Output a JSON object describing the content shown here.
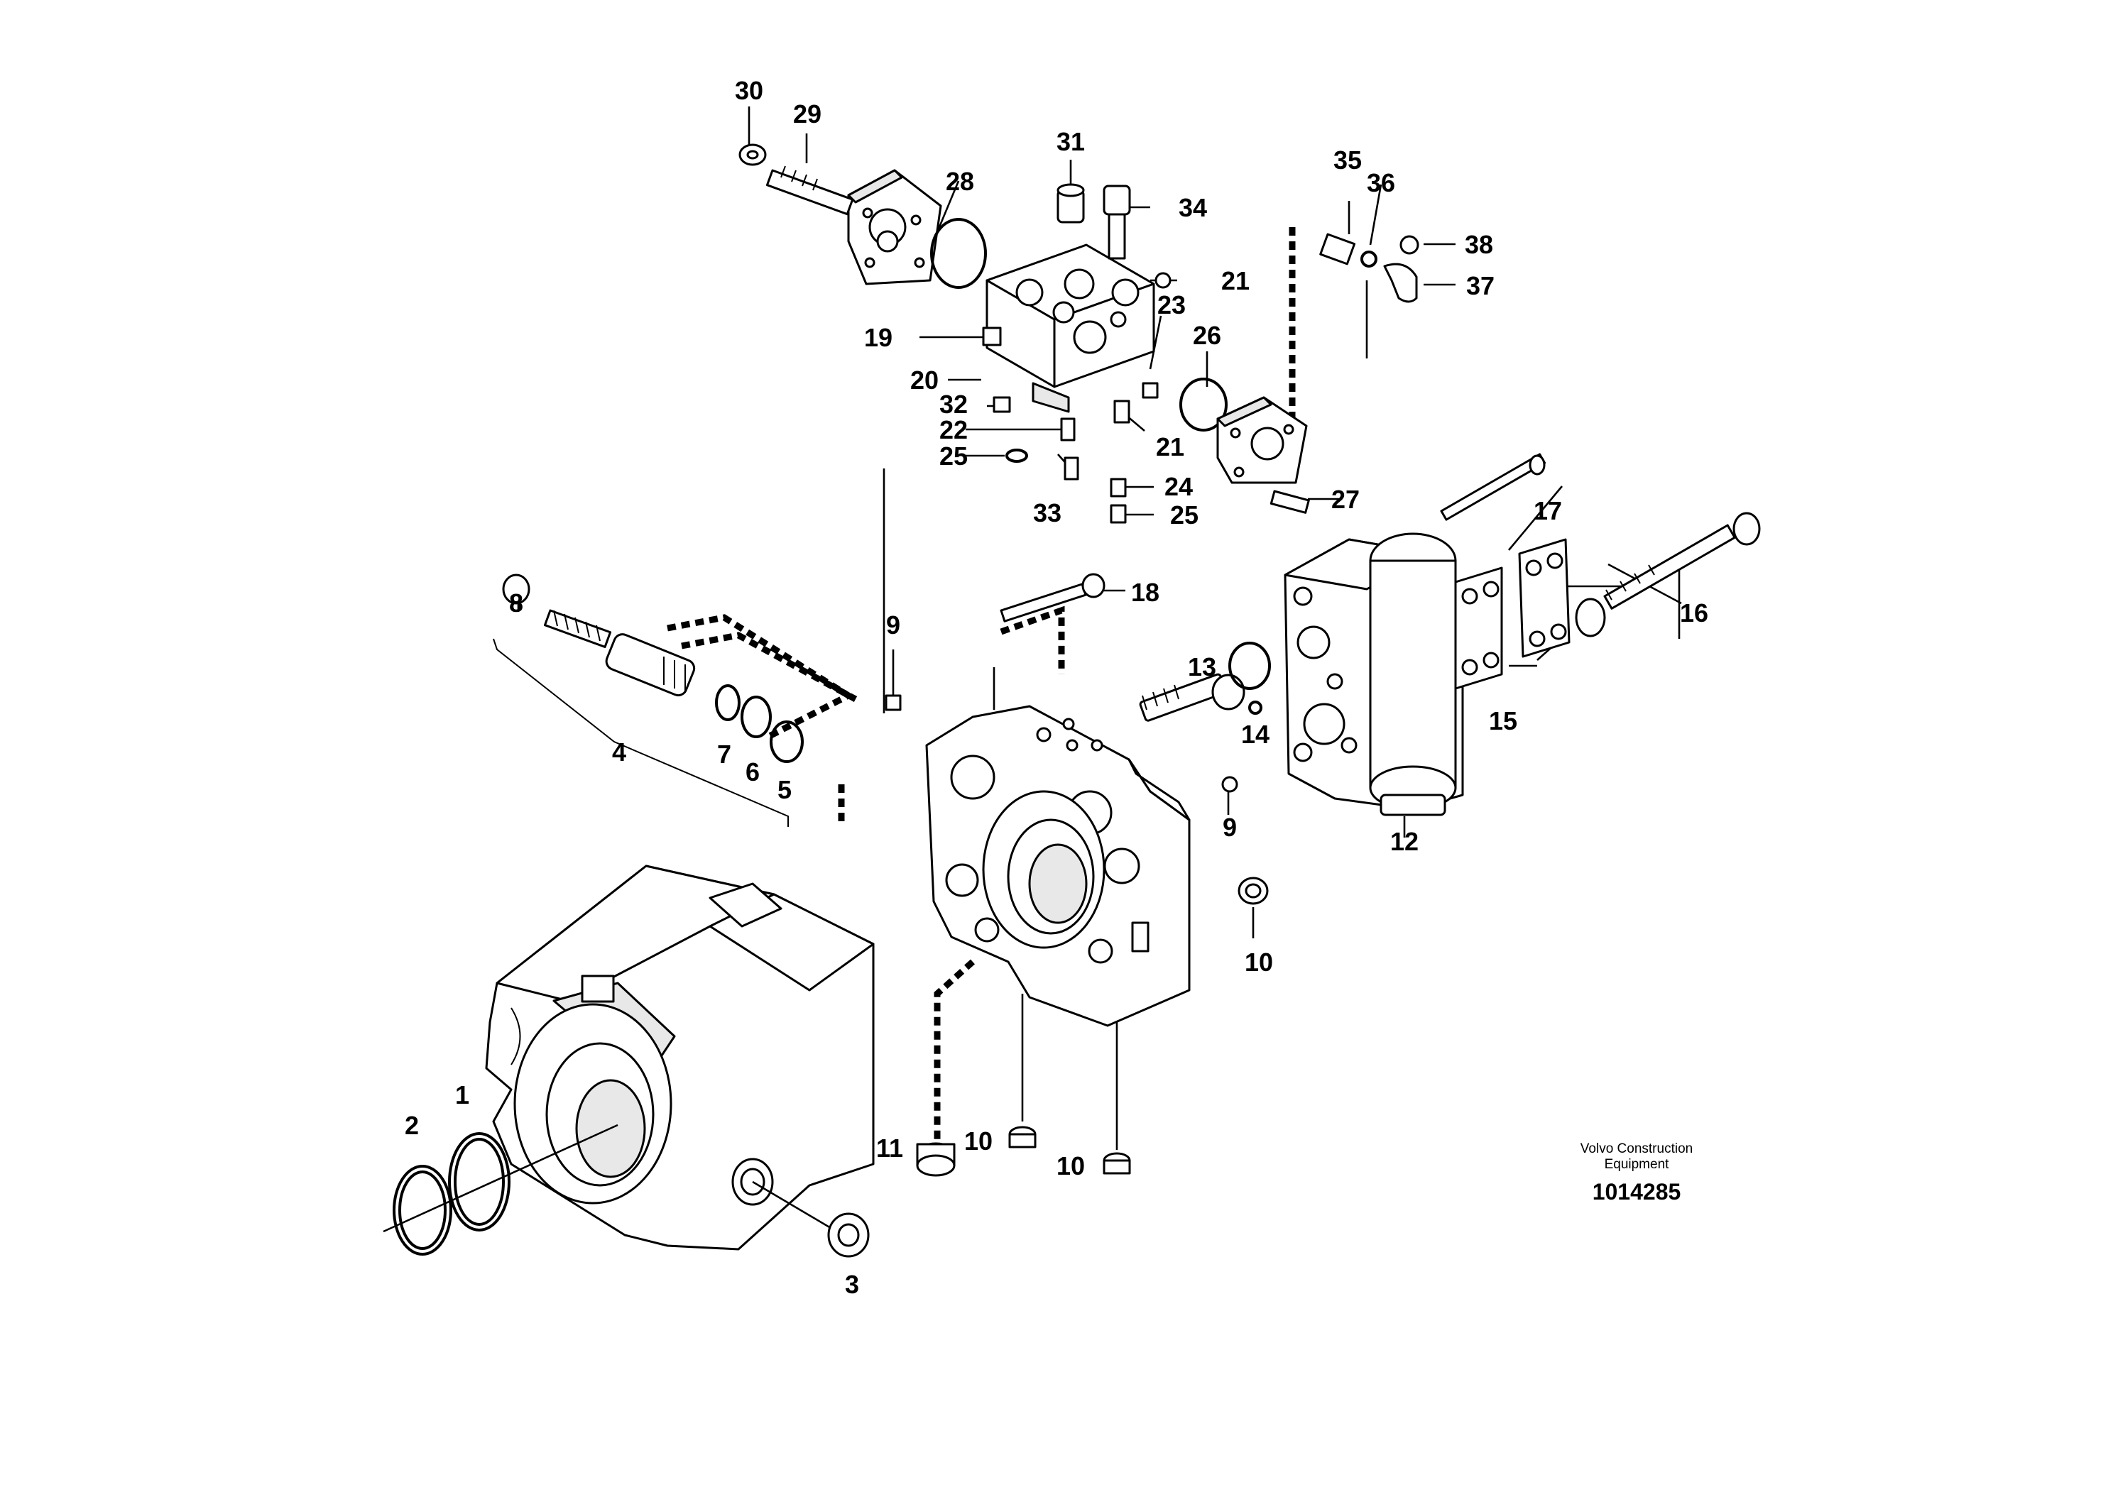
{
  "diagram": {
    "credit_line_1": "Volvo Construction",
    "credit_line_2": "Equipment",
    "document_number": "1014285"
  },
  "callouts": [
    {
      "id": "c1",
      "text": "1"
    },
    {
      "id": "c2",
      "text": "2"
    },
    {
      "id": "c3",
      "text": "3"
    },
    {
      "id": "c4",
      "text": "4"
    },
    {
      "id": "c5",
      "text": "5"
    },
    {
      "id": "c6",
      "text": "6"
    },
    {
      "id": "c7",
      "text": "7"
    },
    {
      "id": "c8",
      "text": "8"
    },
    {
      "id": "c9a",
      "text": "9"
    },
    {
      "id": "c9b",
      "text": "9"
    },
    {
      "id": "c10a",
      "text": "10"
    },
    {
      "id": "c10b",
      "text": "10"
    },
    {
      "id": "c10c",
      "text": "10"
    },
    {
      "id": "c11",
      "text": "11"
    },
    {
      "id": "c12",
      "text": "12"
    },
    {
      "id": "c13",
      "text": "13"
    },
    {
      "id": "c14",
      "text": "14"
    },
    {
      "id": "c15",
      "text": "15"
    },
    {
      "id": "c16",
      "text": "16"
    },
    {
      "id": "c17",
      "text": "17"
    },
    {
      "id": "c18",
      "text": "18"
    },
    {
      "id": "c19",
      "text": "19"
    },
    {
      "id": "c20",
      "text": "20"
    },
    {
      "id": "c21a",
      "text": "21"
    },
    {
      "id": "c21b",
      "text": "21"
    },
    {
      "id": "c22",
      "text": "22"
    },
    {
      "id": "c23",
      "text": "23"
    },
    {
      "id": "c24",
      "text": "24"
    },
    {
      "id": "c25a",
      "text": "25"
    },
    {
      "id": "c25b",
      "text": "25"
    },
    {
      "id": "c26",
      "text": "26"
    },
    {
      "id": "c27",
      "text": "27"
    },
    {
      "id": "c28",
      "text": "28"
    },
    {
      "id": "c29",
      "text": "29"
    },
    {
      "id": "c30",
      "text": "30"
    },
    {
      "id": "c31",
      "text": "31"
    },
    {
      "id": "c32",
      "text": "32"
    },
    {
      "id": "c33",
      "text": "33"
    },
    {
      "id": "c34",
      "text": "34"
    },
    {
      "id": "c35",
      "text": "35"
    },
    {
      "id": "c36",
      "text": "36"
    },
    {
      "id": "c37",
      "text": "37"
    },
    {
      "id": "c38",
      "text": "38"
    }
  ]
}
